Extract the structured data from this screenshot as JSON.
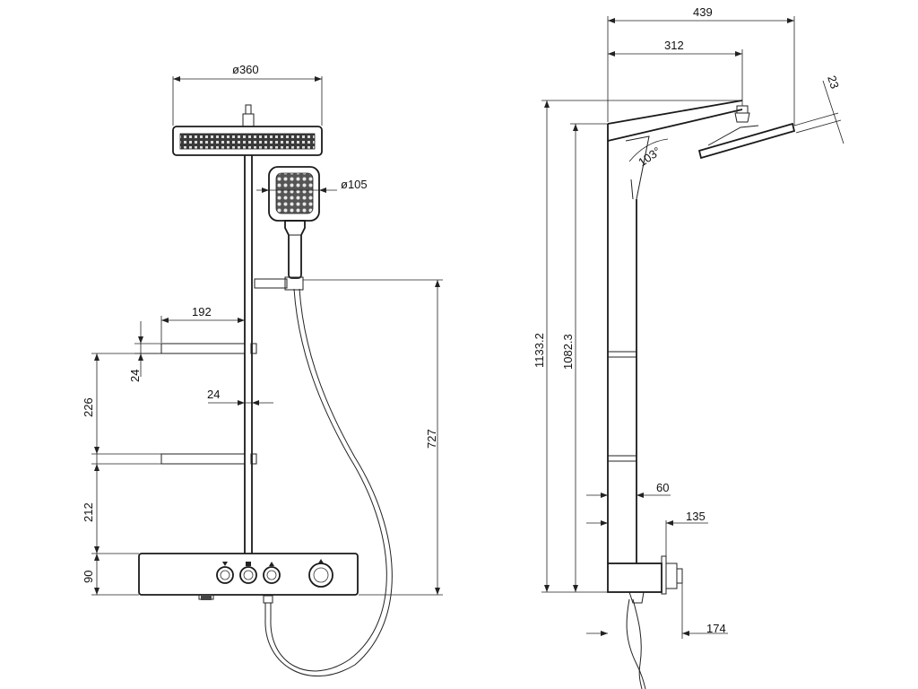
{
  "front_view": {
    "head_diameter": "ø360",
    "handshower_diameter": "ø105",
    "shelf_width": "192",
    "shelf_thickness": "24",
    "column_width": "24",
    "shelf_spacing": "226",
    "lower_shelf_height": "212",
    "thermostat_height": "90",
    "holder_height": "727"
  },
  "side_view": {
    "total_depth": "439",
    "arm_length": "312",
    "head_tilt": "23",
    "arm_angle": "103°",
    "total_height": "1133.2",
    "column_height": "1082.3",
    "column_depth": "60",
    "body_depth": "135",
    "outlet_depth": "174"
  }
}
